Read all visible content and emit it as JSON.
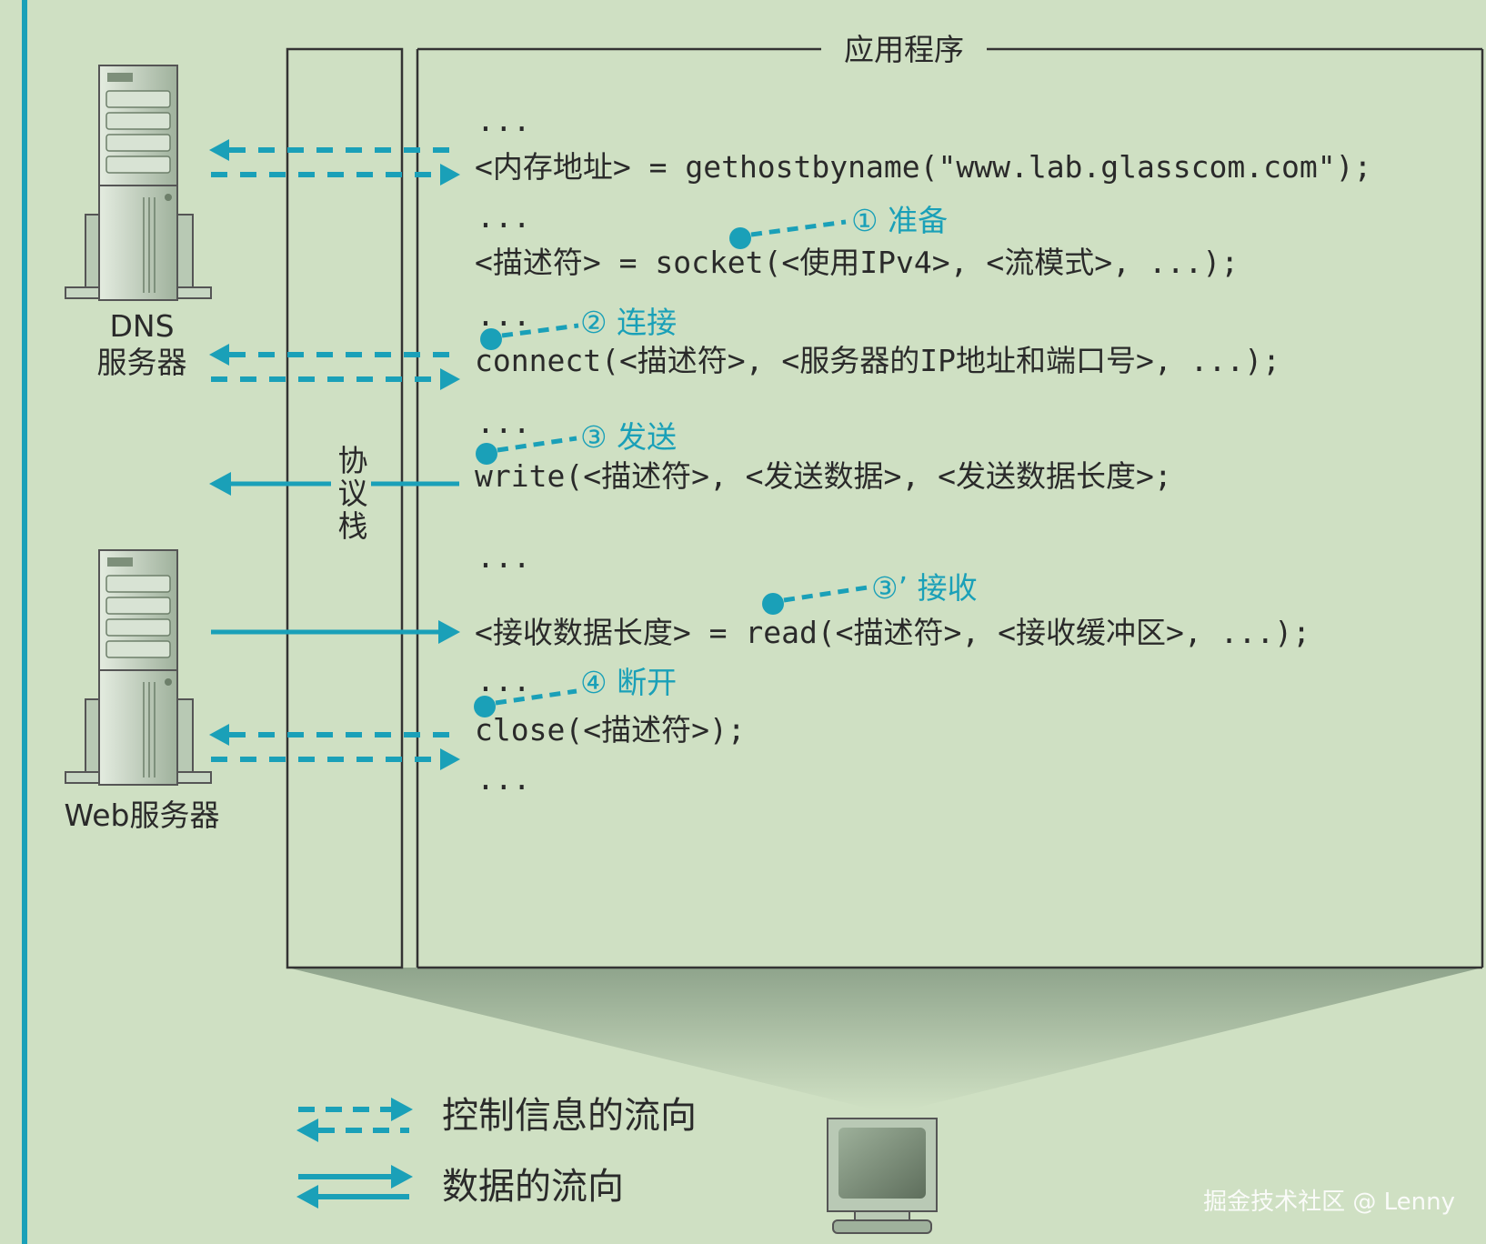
{
  "app_title": "应用程序",
  "protocol_stack": [
    "协",
    "议",
    "栈"
  ],
  "servers": {
    "dns": {
      "line1": "DNS",
      "line2": "服务器"
    },
    "web": {
      "label": "Web服务器"
    }
  },
  "code": {
    "l1": "...",
    "l2": "<内存地址> = gethostbyname(\"www.lab.glasscom.com\");",
    "l3": "...",
    "l4": "<描述符> = socket(<使用IPv4>, <流模式>, ...);",
    "l5": "...",
    "l6": "connect(<描述符>, <服务器的IP地址和端口号>, ...);",
    "l7": "...",
    "l8": "write(<描述符>, <发送数据>, <发送数据长度>;",
    "l9": "...",
    "l10": "<接收数据长度> = read(<描述符>, <接收缓冲区>, ...);",
    "l11": "...",
    "l12": "close(<描述符>);",
    "l13": "..."
  },
  "steps": {
    "s1": "① 准备",
    "s2": "② 连接",
    "s3": "③ 发送",
    "s3b": "③’ 接收",
    "s4": "④ 断开"
  },
  "legend": {
    "control": "控制信息的流向",
    "data": "数据的流向"
  },
  "watermark": "掘金技术社区 @ Lenny",
  "colors": {
    "accent": "#1aa0b8",
    "background": "#cfe0c3",
    "line": "#333333"
  }
}
